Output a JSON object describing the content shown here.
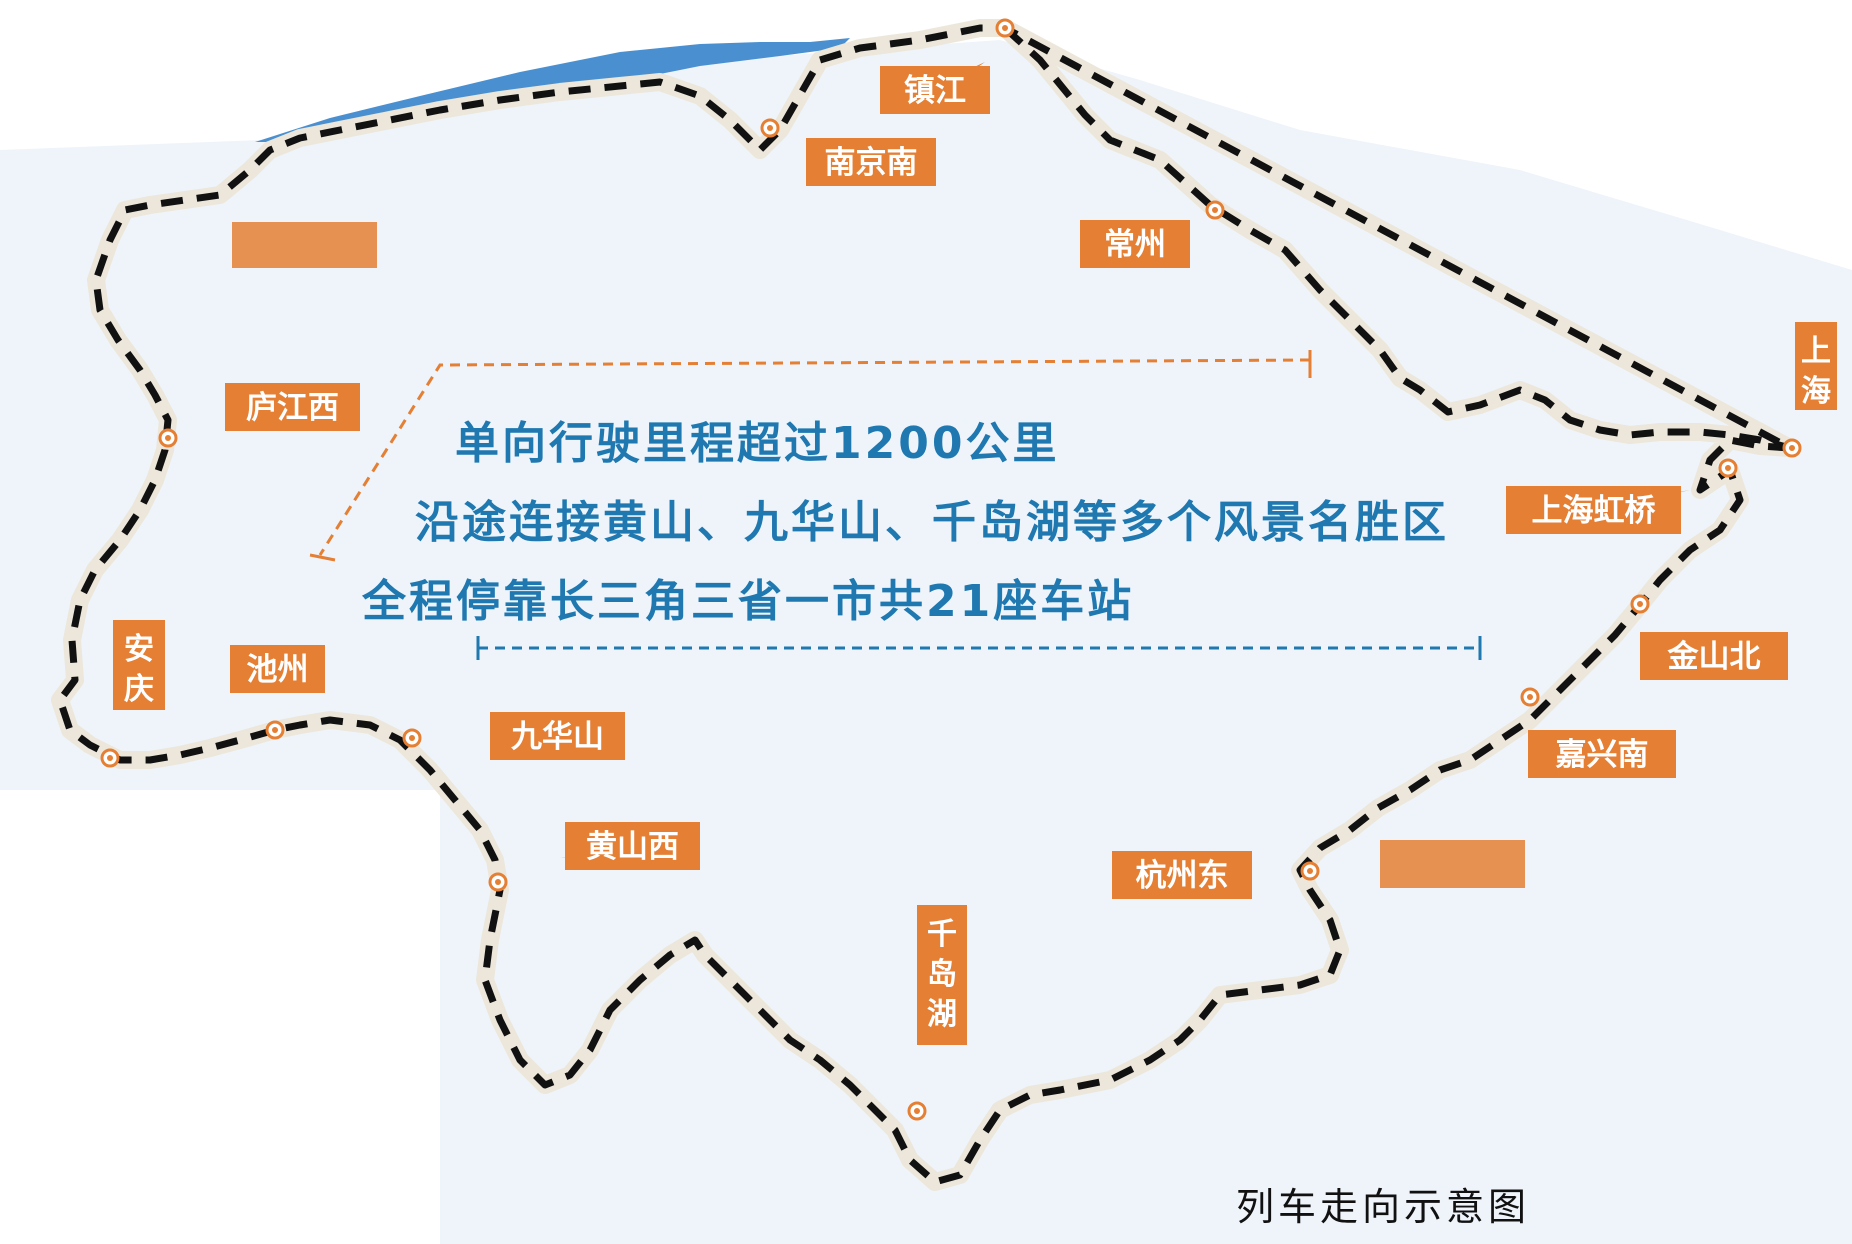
{
  "map": {
    "colors": {
      "land": "#eef4fa",
      "water": "#4a90d1",
      "track_base": "#ece7da",
      "track_dash": "#111111",
      "label_bg": "#e47f34",
      "label_text": "#ffffff",
      "headline": "#1f78b0",
      "guide": "#e47f34",
      "guide_blue": "#1f78b0"
    },
    "stations": [
      {
        "id": "zhenjiang",
        "name": "镇江"
      },
      {
        "id": "nanjingnan",
        "name": "南京南"
      },
      {
        "id": "changzhou",
        "name": "常州"
      },
      {
        "id": "lujiangxi",
        "name": "庐江西"
      },
      {
        "id": "shanghai",
        "name": "上海"
      },
      {
        "id": "shanghaihongqiao",
        "name": "上海虹桥"
      },
      {
        "id": "jinshanbei",
        "name": "金山北"
      },
      {
        "id": "jiaxingnan",
        "name": "嘉兴南"
      },
      {
        "id": "hangzhoudong",
        "name": "杭州东"
      },
      {
        "id": "qiandaohu",
        "name": "千岛湖"
      },
      {
        "id": "huangshanxi",
        "name": "黄山西"
      },
      {
        "id": "jiuhuashan",
        "name": "九华山"
      },
      {
        "id": "chizhou",
        "name": "池州"
      },
      {
        "id": "anqing",
        "name": "安庆"
      }
    ]
  },
  "headline": {
    "line1": "单向行驶里程超过1200公里",
    "line2": "沿途连接黄山、九华山、千岛湖等多个风景名胜区",
    "line3": "全程停靠长三角三省一市共21座车站"
  },
  "caption": "列车走向示意图"
}
